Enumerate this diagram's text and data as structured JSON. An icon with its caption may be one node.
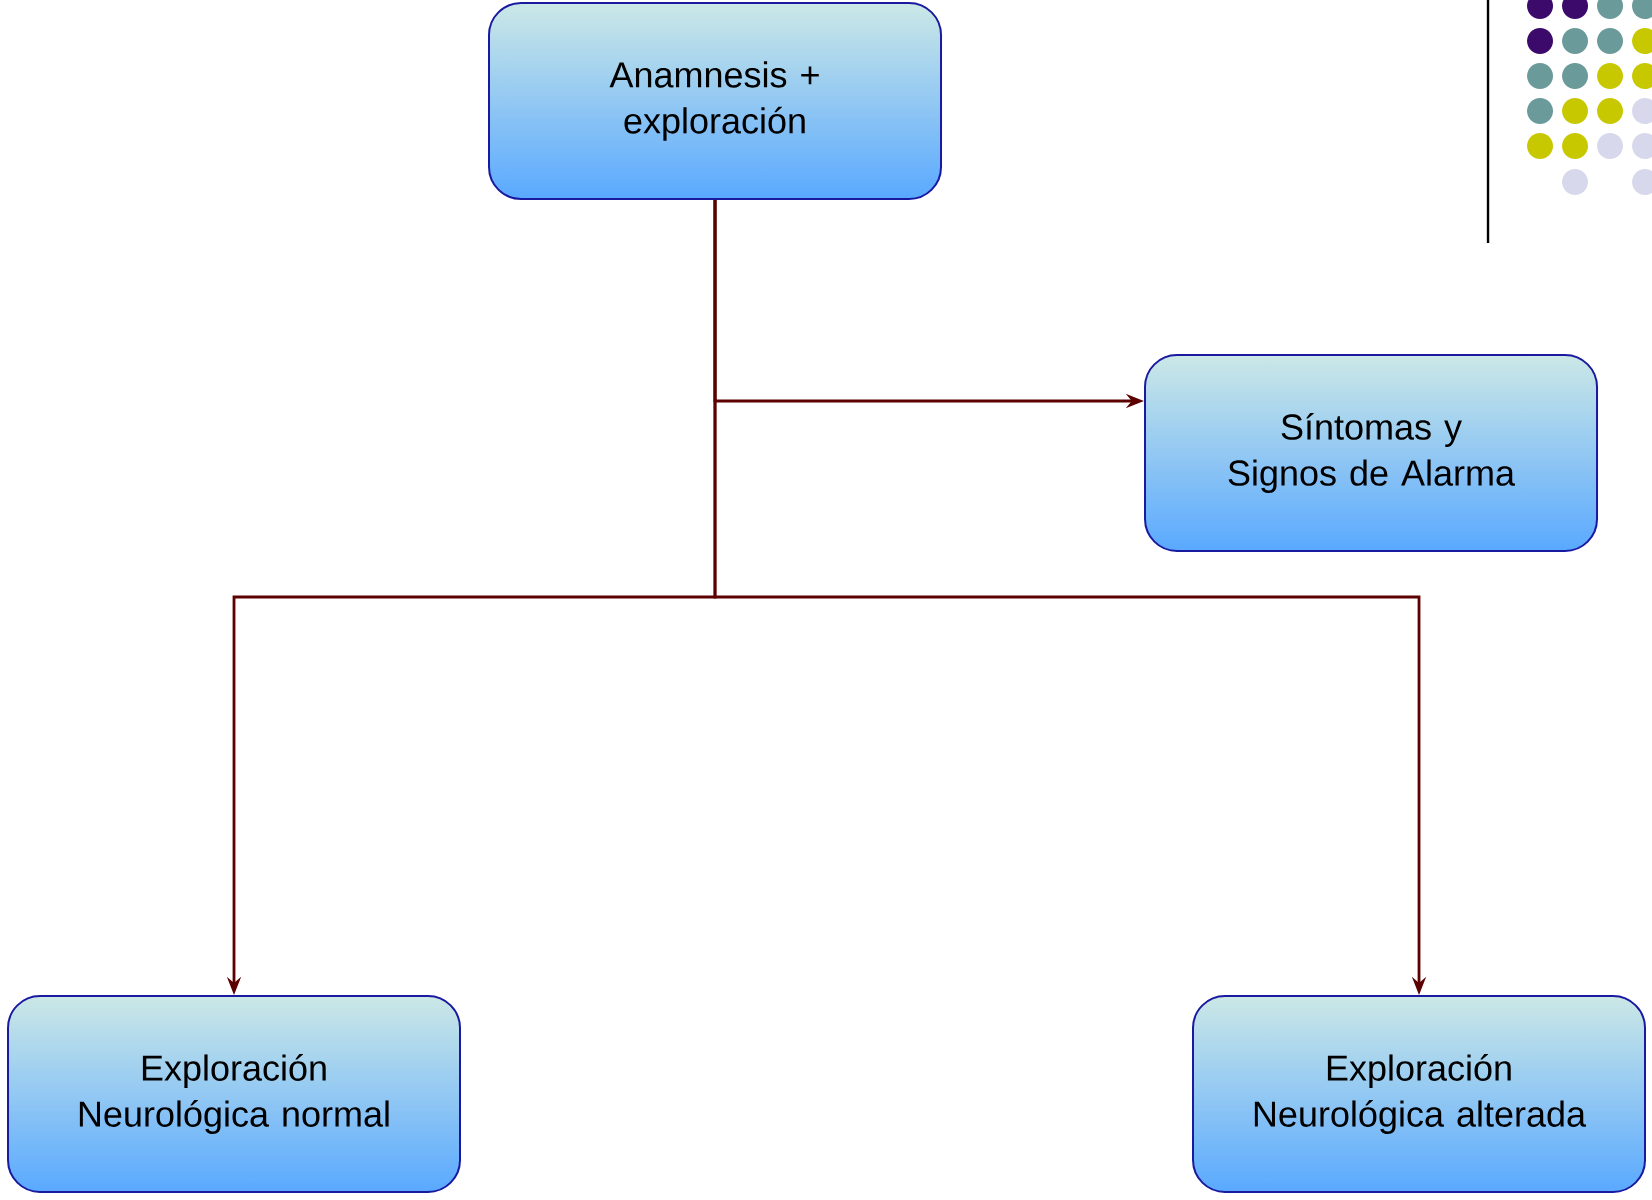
{
  "diagram": {
    "nodes": [
      {
        "text": [
          "Anamnesis + exploración"
        ]
      },
      {
        "text": [
          "Síntomas y Signos de Alarma"
        ]
      },
      {
        "text": [
          "Exploración Neurológica normal"
        ]
      },
      {
        "text": [
          "Exploración Neurológica alterada"
        ]
      }
    ],
    "edges": [
      {
        "from": 0,
        "to": 1,
        "arrow": "to"
      },
      {
        "from": 0,
        "to": 2,
        "arrow": "to"
      },
      {
        "from": 0,
        "to": 3,
        "arrow": "to"
      }
    ]
  }
}
